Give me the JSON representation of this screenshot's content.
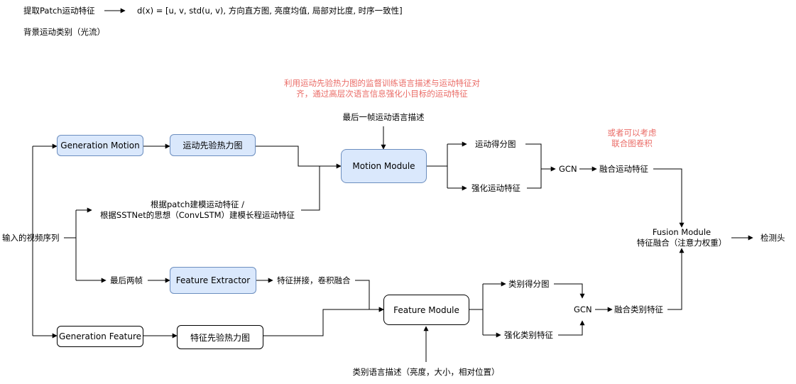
{
  "header": {
    "patch_label": "提取Patch运动特征",
    "formula": "d(x) = [u, v, std(u, v), 方向直方图, 亮度均值, 局部对比度, 时序一致性]",
    "background_label": "背景运动类别（光流）"
  },
  "note_motion": [
    "利用运动先验热力图的监督训练语言描述与运动特征对",
    "齐，通过高层次语言信息强化小目标的运动特征"
  ],
  "note_gcn": [
    "或者可以考虑",
    "联合图卷积"
  ],
  "input_label": "输入的视频序列",
  "nodes": {
    "generation_motion": "Generation Motion",
    "motion_heatmap": "运动先验热力图",
    "motion_module": "Motion Module",
    "feature_extractor": "Feature Extractor",
    "feature_module": "Feature Module",
    "generation_feature": "Generation Feature",
    "feature_heatmap": "特征先验热力图"
  },
  "labels": {
    "last_frame_desc": "最后一帧运动语言描述",
    "patch_model": [
      "根据patch建模运动特征 /",
      "根据SSTNet的思想（ConvLSTM）建模长程运动特征"
    ],
    "last_two": "最后两帧",
    "concat": "特征拼接，卷积融合",
    "motion_score": "运动得分图",
    "motion_enhanced": "强化运动特征",
    "gcn_top": "GCN",
    "fused_motion": "融合运动特征",
    "class_score": "类别得分图",
    "class_enhanced": "强化类别特征",
    "gcn_bottom": "GCN",
    "fused_class": "融合类别特征",
    "fusion_title": "Fusion Module",
    "fusion_sub": "特征融合（注意力权重）",
    "detect_head": "检测头",
    "class_desc": "类别语言描述（亮度，大小，相对位置）"
  }
}
